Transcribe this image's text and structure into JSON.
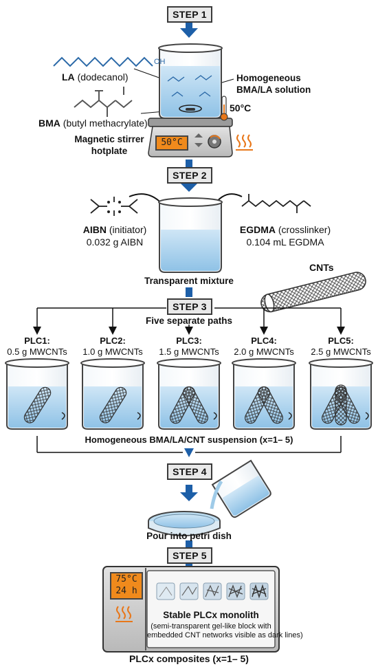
{
  "steps": {
    "s1": "STEP 1",
    "s2": "STEP 2",
    "s3": "STEP 3",
    "s4": "STEP 4",
    "s5": "STEP 5"
  },
  "step1": {
    "la_abbr": "LA",
    "la_name": "(dodecanol)",
    "oh_label": "OH",
    "bma_abbr": "BMA",
    "bma_name": "(butyl methacrylate)",
    "solution_line1": "Homogeneous",
    "solution_line2": "BMA/LA solution",
    "temperature": "50°C",
    "display": "50°C",
    "hotplate_line1": "Magnetic stirrer",
    "hotplate_line2": "hotplate"
  },
  "step2": {
    "aibn_abbr": "AIBN",
    "aibn_role": "(initiator)",
    "aibn_amount": "0.032 g AIBN",
    "egdma_abbr": "EGDMA",
    "egdma_role": "(crosslinker)",
    "egdma_amount": "0.104 mL EGDMA",
    "mixture_label": "Transparent mixture"
  },
  "step3": {
    "cnts_label": "CNTs",
    "paths_label": "Five separate paths",
    "samples": [
      {
        "name": "PLC1:",
        "amount": "0.5 g MWCNTs"
      },
      {
        "name": "PLC2:",
        "amount": "1.0 g MWCNTs"
      },
      {
        "name": "PLC3:",
        "amount": "1.5 g MWCNTs"
      },
      {
        "name": "PLC4:",
        "amount": "2.0 g MWCNTs"
      },
      {
        "name": "PLC5:",
        "amount": "2.5 g MWCNTs"
      }
    ],
    "suspension_label": "Homogeneous BMA/LA/CNT suspension (x=1– 5)"
  },
  "step4": {
    "pour_label": "Pour into petri dish"
  },
  "step5": {
    "display_temp": "75°C",
    "display_time": "24 h",
    "monolith_title": "Stable PLCx monolith",
    "monolith_line1": "(semi-transparent gel-like block with",
    "monolith_line2": "embedded CNT networks visible as dark lines)"
  },
  "footer": {
    "label": "PLCx composites (x=1– 5)"
  },
  "colors": {
    "arrow_blue": "#1d5fa8",
    "liquid_blue": "#9fcbe8",
    "molecule_blue": "#2c6aa8",
    "display_orange": "#f08a1c",
    "heat_orange": "#e8771a"
  }
}
